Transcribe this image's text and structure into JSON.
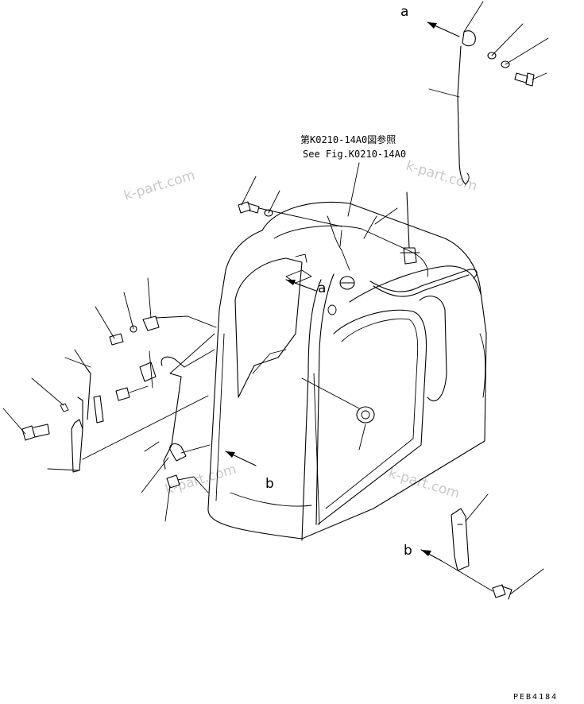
{
  "reference_note": {
    "jp": "第K0210-14A0図参照",
    "en": "See Fig.K0210-14A0"
  },
  "callouts": {
    "a": "a",
    "b": "b"
  },
  "watermark": "k-part.com",
  "figure_code": "PEB4184"
}
